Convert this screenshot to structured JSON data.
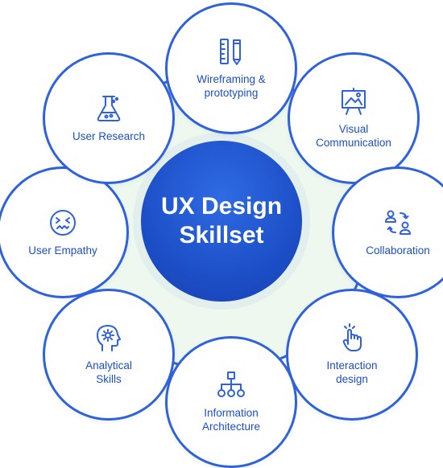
{
  "colors": {
    "accent": "#2f62d8",
    "center_fill": "#1d4fc8",
    "ring_fill": "#eef8ef",
    "ring_stroke": "#2f62d8",
    "label_text": "#1c4fc4"
  },
  "center": {
    "title": "UX Design\nSkillset"
  },
  "skills": [
    {
      "label": "Wireframing &\nprototyping",
      "icon": "ruler-pencil-icon"
    },
    {
      "label": "Visual\nCommunication",
      "icon": "easel-chart-icon"
    },
    {
      "label": "Collaboration",
      "icon": "people-exchange-icon"
    },
    {
      "label": "Interaction\ndesign",
      "icon": "hand-tap-icon"
    },
    {
      "label": "Information\nArchitecture",
      "icon": "sitemap-icon"
    },
    {
      "label": "Analytical\nSkills",
      "icon": "head-gear-icon"
    },
    {
      "label": "User Empathy",
      "icon": "face-emotion-icon"
    },
    {
      "label": "User Research",
      "icon": "flask-icon"
    }
  ]
}
